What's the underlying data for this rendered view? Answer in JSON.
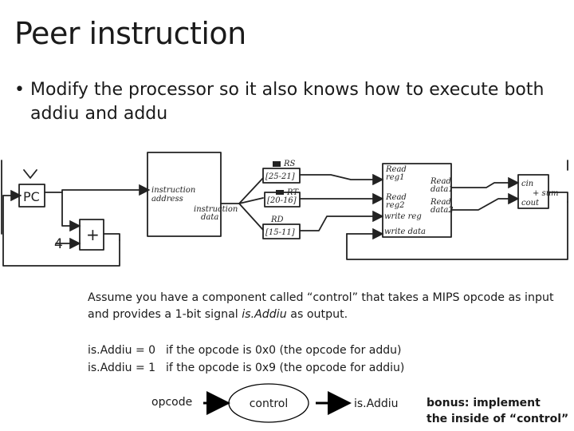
{
  "slide": {
    "title": "Peer instruction",
    "bullet_dot": "•",
    "bullet": "Modify the processor so it also knows how to execute both addiu and addu"
  },
  "sketch": {
    "pc": "PC",
    "plus": "+",
    "four": "4",
    "instruction_address": [
      "instruction",
      "address"
    ],
    "instruction_data": [
      "instruction",
      "data"
    ],
    "rs": "RS",
    "rs_bits": "[25-21]",
    "rt": "RT",
    "rt_bits": "[20-16]",
    "rd": "RD",
    "rd_bits": "[15-11]",
    "read_reg1": [
      "Read",
      "reg1"
    ],
    "read_reg2": [
      "Read",
      "reg2"
    ],
    "write_reg": "write reg",
    "write_data": "write data",
    "read_data1": [
      "Read",
      "data1"
    ],
    "read_data2": [
      "Read",
      "data2"
    ],
    "cin": "cin",
    "sum": "+ sum",
    "cout": "cout"
  },
  "text": {
    "assume_pre": "Assume you have a component called “control” that takes a MIPS opcode as input and provides a 1-bit signal ",
    "assume_signal": "is.Addiu",
    "assume_post": " as output.",
    "rows": [
      {
        "lhs": "is.Addiu = 0",
        "rhs": "if the opcode is 0x0 (the opcode for addu)"
      },
      {
        "lhs": "is.Addiu = 1",
        "rhs": "if the opcode is 0x9 (the opcode for addiu)"
      }
    ]
  },
  "flow": {
    "input": "opcode",
    "block": "control",
    "output": "is.Addiu"
  },
  "bonus": {
    "line1": "bonus: implement",
    "line2": "the inside of “control”"
  }
}
